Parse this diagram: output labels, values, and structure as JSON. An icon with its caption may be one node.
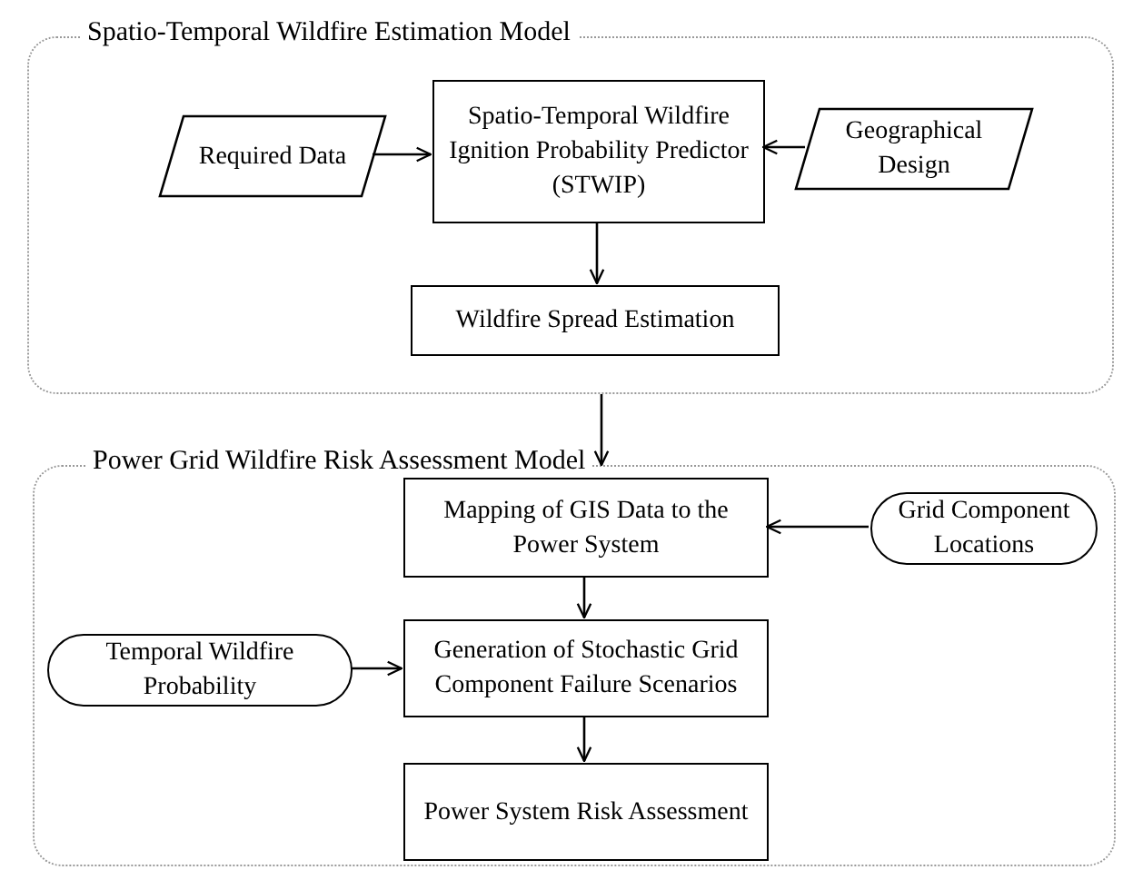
{
  "diagram": {
    "nodes": [
      {
        "text": [
          "Spatio-Temporal Wildfire Estimation Model"
        ]
      },
      {
        "text": [
          "Required Data"
        ],
        "in": 0
      },
      {
        "text": [
          "Spatio-Temporal Wildfire Ignition Probability Predictor (STWIP)"
        ],
        "in": 0
      },
      {
        "text": [
          "Geographical Design"
        ],
        "in": 0
      },
      {
        "text": [
          "Wildfire Spread Estimation"
        ],
        "in": 0
      },
      {
        "text": [
          "Power Grid Wildfire Risk Assessment Model"
        ]
      },
      {
        "text": [
          "Mapping of GIS Data to the Power System"
        ],
        "in": 5
      },
      {
        "text": [
          "Grid Component Locations"
        ],
        "in": 5
      },
      {
        "text": [
          "Temporal Wildfire Probability"
        ],
        "in": 5
      },
      {
        "text": [
          "Generation of Stochastic Grid Component Failure Scenarios"
        ],
        "in": 5
      },
      {
        "text": [
          "Power System Risk Assessment"
        ],
        "in": 5
      }
    ],
    "edges": [
      {
        "from": 1,
        "to": 2,
        "arrow": "to"
      },
      {
        "from": 3,
        "to": 2,
        "arrow": "to"
      },
      {
        "from": 2,
        "to": 4,
        "arrow": "to"
      },
      {
        "from": 0,
        "to": 5,
        "arrow": "to"
      },
      {
        "from": 7,
        "to": 6,
        "arrow": "to"
      },
      {
        "from": 6,
        "to": 9,
        "arrow": "to"
      },
      {
        "from": 8,
        "to": 9,
        "arrow": "to"
      },
      {
        "from": 9,
        "to": 10,
        "arrow": "to"
      }
    ]
  }
}
